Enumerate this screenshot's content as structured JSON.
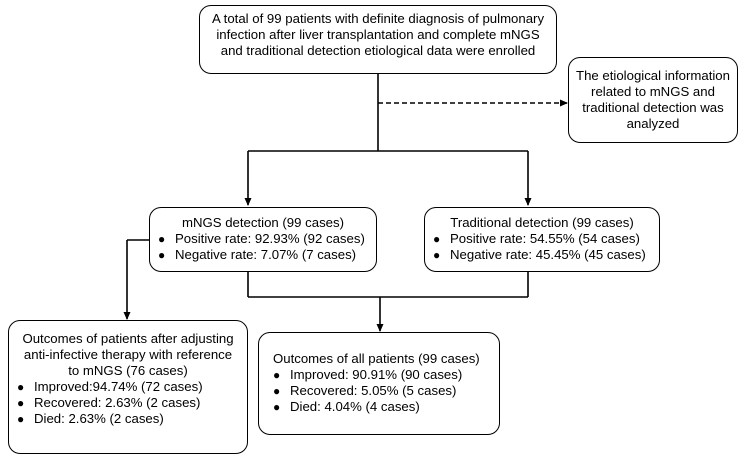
{
  "enrollment": "A total of 99 patients with definite diagnosis of pulmonary infection after liver transplantation and complete mNGS and traditional detection etiological data were enrolled",
  "analysis": "The etiological information related to mNGS and traditional detection was analyzed",
  "mngs": {
    "title": "mNGS detection (99 cases)",
    "items": [
      "Positive rate: 92.93% (92 cases)",
      "Negative rate: 7.07% (7 cases)"
    ]
  },
  "traditional": {
    "title": "Traditional detection (99 cases)",
    "items": [
      "Positive rate: 54.55% (54 cases)",
      "Negative rate: 45.45% (45 cases)"
    ]
  },
  "outcomes_adjusted": {
    "title": "Outcomes of patients after adjusting anti-infective therapy with reference to mNGS (76 cases)",
    "items": [
      "Improved:94.74% (72 cases)",
      "Recovered: 2.63% (2 cases)",
      "Died: 2.63% (2 cases)"
    ]
  },
  "outcomes_all": {
    "title": "Outcomes of all patients (99 cases)",
    "items": [
      "Improved: 90.91% (90 cases)",
      "Recovered: 5.05% (5 cases)",
      "Died: 4.04% (4 cases)"
    ]
  },
  "bullet": "●"
}
